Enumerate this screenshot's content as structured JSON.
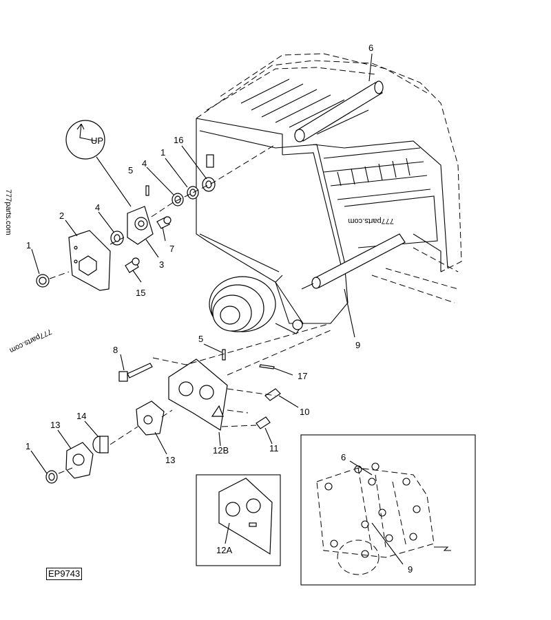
{
  "callouts": {
    "c6_top": "6",
    "c16": "16",
    "c1_a": "1",
    "c4_a": "4",
    "c5_a": "5",
    "c4_b": "4",
    "c2": "2",
    "c1_b": "1",
    "c3": "3",
    "c7": "7",
    "c15": "15",
    "c9_main": "9",
    "c5_b": "5",
    "c8": "8",
    "c17": "17",
    "c10": "10",
    "c14": "14",
    "c13_a": "13",
    "c13_b": "13",
    "c12b": "12B",
    "c11": "11",
    "c1_c": "1",
    "c12a": "12A",
    "c6_inset": "6",
    "c9_inset": "9"
  },
  "up_label": "UP",
  "watermarks": {
    "left_vertical": "777parts.com",
    "left_diagonal": "777parts.com",
    "center": "777parts.com"
  },
  "figure_code": "EP9743"
}
